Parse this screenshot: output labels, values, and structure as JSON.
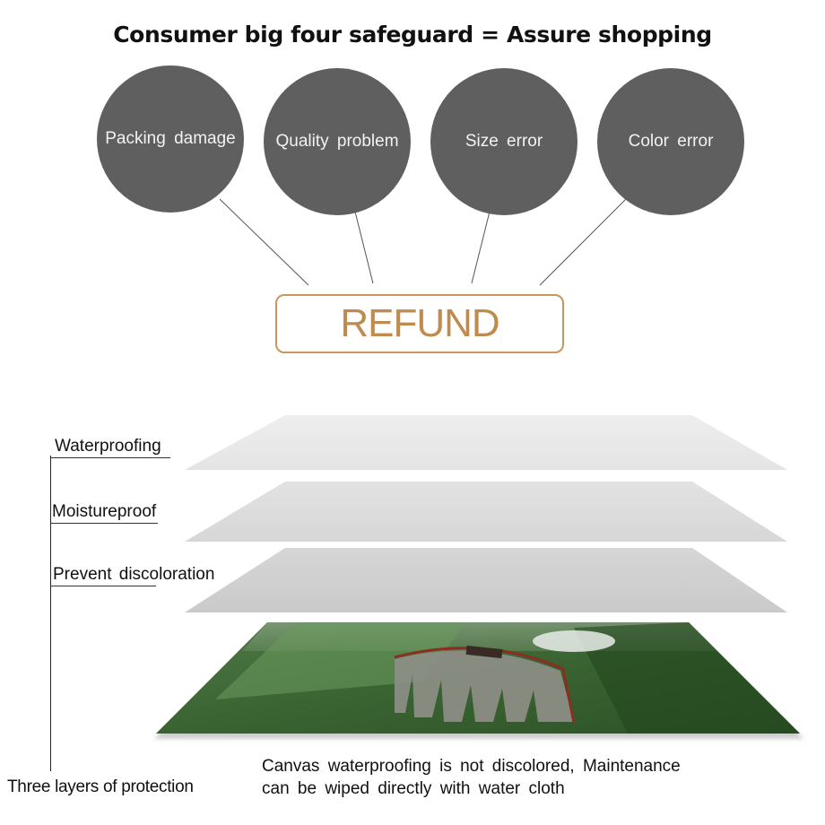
{
  "header": {
    "title": "Consumer big four safeguard = Assure shopping"
  },
  "safeguards": [
    {
      "label": "Packing damage"
    },
    {
      "label": "Quality problem"
    },
    {
      "label": "Size error"
    },
    {
      "label": "Color error"
    }
  ],
  "refund": {
    "label": "REFUND"
  },
  "layers": [
    {
      "label": "Waterproofing"
    },
    {
      "label": "Moistureproof"
    },
    {
      "label": "Prevent discoloration"
    }
  ],
  "protection_label": "Three layers of protection",
  "caption": {
    "line1": "Canvas waterproofing is not discolored, Maintenance",
    "line2": "can be wiped directly with water cloth"
  },
  "colors": {
    "circle": "#5f5f5f",
    "refund_border": "#c99759",
    "refund_text": "#c08b4f"
  }
}
